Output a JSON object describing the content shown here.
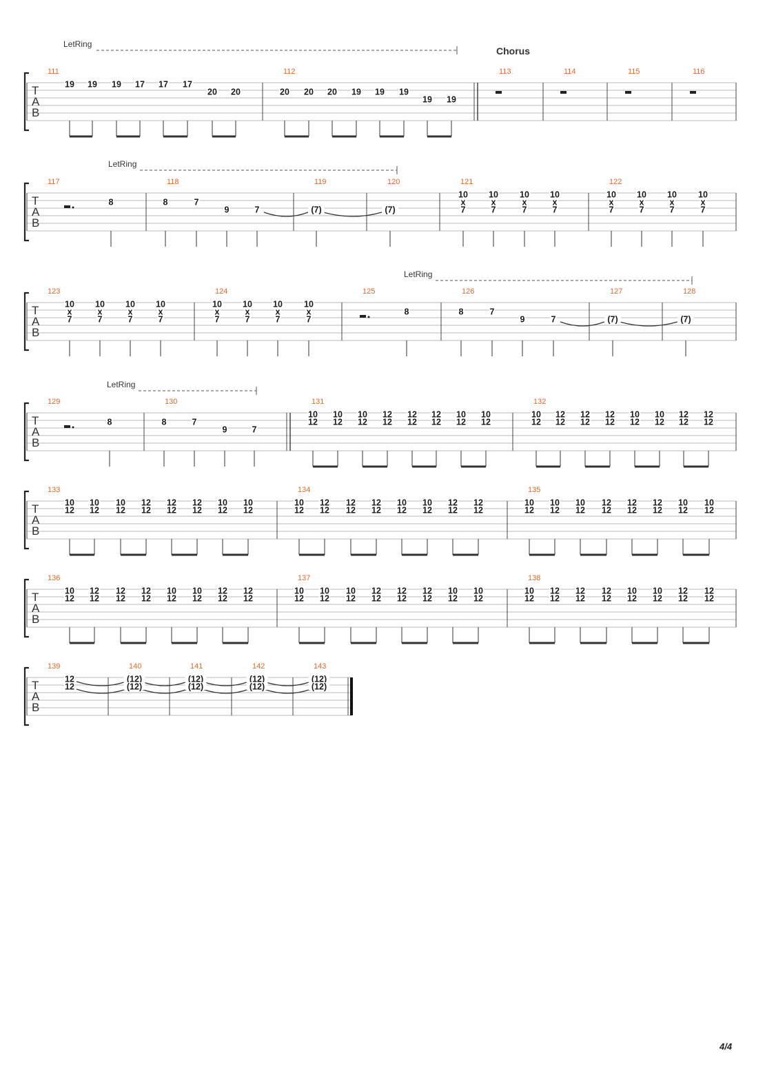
{
  "page": {
    "number": "4/4"
  },
  "sections": [
    {
      "label": "Chorus",
      "measure": 113
    }
  ],
  "notation": {
    "let_ring": "LetRing",
    "tab_letters": [
      "T",
      "A",
      "B"
    ]
  },
  "systems": [
    {
      "measures": [
        {
          "n": 111,
          "beats": [
            [
              "19"
            ],
            [
              "19"
            ],
            [
              "19"
            ],
            [
              "17"
            ],
            [
              "17"
            ],
            [
              "17"
            ],
            [
              "20"
            ],
            [
              "20"
            ]
          ],
          "rest": ""
        },
        {
          "n": 112,
          "beats": [
            [
              "20"
            ],
            [
              "20"
            ],
            [
              "20"
            ],
            [
              "19"
            ],
            [
              "19"
            ],
            [
              "19"
            ],
            [
              "19"
            ],
            [
              "19"
            ]
          ],
          "rest": ""
        },
        {
          "n": 113,
          "beats": [],
          "rest": "whole"
        },
        {
          "n": 114,
          "beats": [],
          "rest": "whole"
        },
        {
          "n": 115,
          "beats": [],
          "rest": "whole"
        },
        {
          "n": 116,
          "beats": [],
          "rest": "whole"
        }
      ]
    },
    {
      "measures": [
        {
          "n": 117,
          "beats": [
            [
              "8"
            ]
          ],
          "rest": "half-dotted"
        },
        {
          "n": 118,
          "beats": [
            [
              "8"
            ],
            [
              "7"
            ],
            [
              "9"
            ],
            [
              "7"
            ]
          ],
          "rest": ""
        },
        {
          "n": 119,
          "beats": [
            [
              "(7)"
            ]
          ],
          "rest": ""
        },
        {
          "n": 120,
          "beats": [
            [
              "(7)"
            ]
          ],
          "rest": ""
        },
        {
          "n": 121,
          "beats": [
            [
              "10",
              "x",
              "7"
            ],
            [
              "10",
              "x",
              "7"
            ],
            [
              "10",
              "x",
              "7"
            ],
            [
              "10",
              "x",
              "7"
            ]
          ],
          "rest": ""
        },
        {
          "n": 122,
          "beats": [
            [
              "10",
              "x",
              "7"
            ],
            [
              "10",
              "x",
              "7"
            ],
            [
              "10",
              "x",
              "7"
            ],
            [
              "10",
              "x",
              "7"
            ]
          ],
          "rest": ""
        }
      ]
    },
    {
      "measures": [
        {
          "n": 123,
          "beats": [
            [
              "10",
              "x",
              "7"
            ],
            [
              "10",
              "x",
              "7"
            ],
            [
              "10",
              "x",
              "7"
            ],
            [
              "10",
              "x",
              "7"
            ]
          ],
          "rest": ""
        },
        {
          "n": 124,
          "beats": [
            [
              "10",
              "x",
              "7"
            ],
            [
              "10",
              "x",
              "7"
            ],
            [
              "10",
              "x",
              "7"
            ],
            [
              "10",
              "x",
              "7"
            ]
          ],
          "rest": ""
        },
        {
          "n": 125,
          "beats": [
            [
              "8"
            ]
          ],
          "rest": "half-dotted"
        },
        {
          "n": 126,
          "beats": [
            [
              "8"
            ],
            [
              "7"
            ],
            [
              "9"
            ],
            [
              "7"
            ]
          ],
          "rest": ""
        },
        {
          "n": 127,
          "beats": [
            [
              "(7)"
            ]
          ],
          "rest": ""
        },
        {
          "n": 128,
          "beats": [
            [
              "(7)"
            ]
          ],
          "rest": ""
        }
      ]
    },
    {
      "measures": [
        {
          "n": 129,
          "beats": [
            [
              "8"
            ]
          ],
          "rest": "half-dotted"
        },
        {
          "n": 130,
          "beats": [
            [
              "8"
            ],
            [
              "7"
            ],
            [
              "9"
            ],
            [
              "7"
            ]
          ],
          "rest": ""
        },
        {
          "n": 131,
          "beats": [
            [
              "10",
              "12"
            ],
            [
              "10",
              "12"
            ],
            [
              "10",
              "12"
            ],
            [
              "12",
              "12"
            ],
            [
              "12",
              "12"
            ],
            [
              "12",
              "12"
            ],
            [
              "10",
              "12"
            ],
            [
              "10",
              "12"
            ]
          ],
          "rest": ""
        },
        {
          "n": 132,
          "beats": [
            [
              "10",
              "12"
            ],
            [
              "12",
              "12"
            ],
            [
              "12",
              "12"
            ],
            [
              "12",
              "12"
            ],
            [
              "10",
              "12"
            ],
            [
              "10",
              "12"
            ],
            [
              "12",
              "12"
            ],
            [
              "12",
              "12"
            ]
          ],
          "rest": ""
        }
      ]
    },
    {
      "measures": [
        {
          "n": 133,
          "beats": [
            [
              "10",
              "12"
            ],
            [
              "10",
              "12"
            ],
            [
              "10",
              "12"
            ],
            [
              "12",
              "12"
            ],
            [
              "12",
              "12"
            ],
            [
              "12",
              "12"
            ],
            [
              "10",
              "12"
            ],
            [
              "10",
              "12"
            ]
          ],
          "rest": ""
        },
        {
          "n": 134,
          "beats": [
            [
              "10",
              "12"
            ],
            [
              "12",
              "12"
            ],
            [
              "12",
              "12"
            ],
            [
              "12",
              "12"
            ],
            [
              "10",
              "12"
            ],
            [
              "10",
              "12"
            ],
            [
              "12",
              "12"
            ],
            [
              "12",
              "12"
            ]
          ],
          "rest": ""
        },
        {
          "n": 135,
          "beats": [
            [
              "10",
              "12"
            ],
            [
              "10",
              "12"
            ],
            [
              "10",
              "12"
            ],
            [
              "12",
              "12"
            ],
            [
              "12",
              "12"
            ],
            [
              "12",
              "12"
            ],
            [
              "10",
              "12"
            ],
            [
              "10",
              "12"
            ]
          ],
          "rest": ""
        }
      ]
    },
    {
      "measures": [
        {
          "n": 136,
          "beats": [
            [
              "10",
              "12"
            ],
            [
              "12",
              "12"
            ],
            [
              "12",
              "12"
            ],
            [
              "12",
              "12"
            ],
            [
              "10",
              "12"
            ],
            [
              "10",
              "12"
            ],
            [
              "12",
              "12"
            ],
            [
              "12",
              "12"
            ]
          ],
          "rest": ""
        },
        {
          "n": 137,
          "beats": [
            [
              "10",
              "12"
            ],
            [
              "10",
              "12"
            ],
            [
              "10",
              "12"
            ],
            [
              "12",
              "12"
            ],
            [
              "12",
              "12"
            ],
            [
              "12",
              "12"
            ],
            [
              "10",
              "12"
            ],
            [
              "10",
              "12"
            ]
          ],
          "rest": ""
        },
        {
          "n": 138,
          "beats": [
            [
              "10",
              "12"
            ],
            [
              "12",
              "12"
            ],
            [
              "12",
              "12"
            ],
            [
              "12",
              "12"
            ],
            [
              "10",
              "12"
            ],
            [
              "10",
              "12"
            ],
            [
              "12",
              "12"
            ],
            [
              "12",
              "12"
            ]
          ],
          "rest": ""
        }
      ]
    },
    {
      "measures": [
        {
          "n": 139,
          "beats": [
            [
              "12",
              "12"
            ]
          ],
          "rest": ""
        },
        {
          "n": 140,
          "beats": [
            [
              "(12)",
              "(12)"
            ]
          ],
          "rest": ""
        },
        {
          "n": 141,
          "beats": [
            [
              "(12)",
              "(12)"
            ]
          ],
          "rest": ""
        },
        {
          "n": 142,
          "beats": [
            [
              "(12)",
              "(12)"
            ]
          ],
          "rest": ""
        },
        {
          "n": 143,
          "beats": [
            [
              "(12)",
              "(12)"
            ]
          ],
          "rest": ""
        }
      ]
    }
  ]
}
